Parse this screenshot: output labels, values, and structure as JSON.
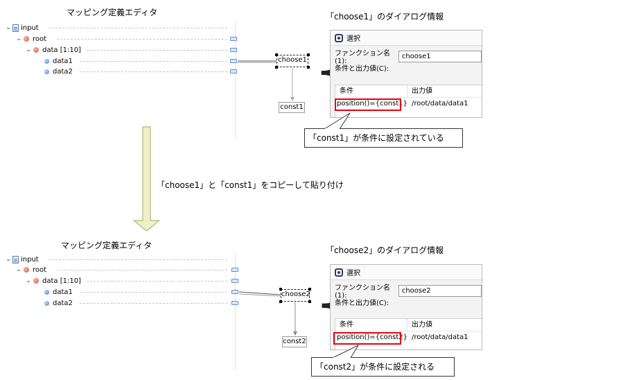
{
  "captions": {
    "editor_top": "マッピング定義エディタ",
    "editor_bottom": "マッピング定義エディタ",
    "dialog_top_info": "「choose1」のダイアログ情報",
    "dialog_bottom_info": "「choose2」のダイアログ情報",
    "copy_instruction": "「choose1」と「const1」をコピーして貼り付け"
  },
  "tree": {
    "input": "input",
    "root": "root",
    "data": "data [1:10]",
    "data1": "data1",
    "data2": "data2"
  },
  "top_nodes": {
    "choose": "choose1",
    "const": "const1"
  },
  "bottom_nodes": {
    "choose": "choose2",
    "const": "const2"
  },
  "dialog_top": {
    "title": "選択",
    "function_name_label": "ファンクション名(1):",
    "function_name_value": "choose1",
    "section_label": "条件と出力値(C):",
    "col_condition": "条件",
    "col_output": "出力値",
    "row_condition": "position()={const1}",
    "row_output": "/root/data/data1"
  },
  "dialog_bottom": {
    "title": "選択",
    "function_name_label": "ファンクション名(1):",
    "function_name_value": "choose2",
    "section_label": "条件と出力値(C):",
    "col_condition": "条件",
    "col_output": "出力値",
    "row_condition": "position()={const2}",
    "row_output": "/root/data/data1"
  },
  "callouts": {
    "top": "「const1」が条件に設定されている",
    "bottom": "「const2」が条件に設定される"
  },
  "colors": {
    "highlight": "#e60012",
    "arrow_fill": "#eef0c6",
    "arrow_stroke": "#b7b77a"
  }
}
